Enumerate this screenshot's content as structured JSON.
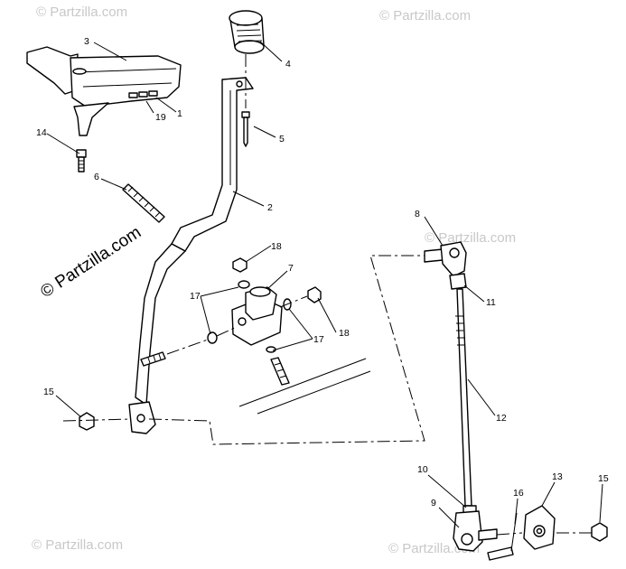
{
  "watermarks": {
    "main": "© Partzilla.com",
    "faint": "© Partzilla.com"
  },
  "callouts": {
    "c1": "1",
    "c2": "2",
    "c3": "3",
    "c4": "4",
    "c5": "5",
    "c6": "6",
    "c7": "7",
    "c8": "8",
    "c9": "9",
    "c10": "10",
    "c11": "11",
    "c12": "12",
    "c13": "13",
    "c14": "14",
    "c15a": "15",
    "c15b": "15",
    "c16": "16",
    "c17a": "17",
    "c17b": "17",
    "c18a": "18",
    "c18b": "18",
    "c19": "19"
  }
}
